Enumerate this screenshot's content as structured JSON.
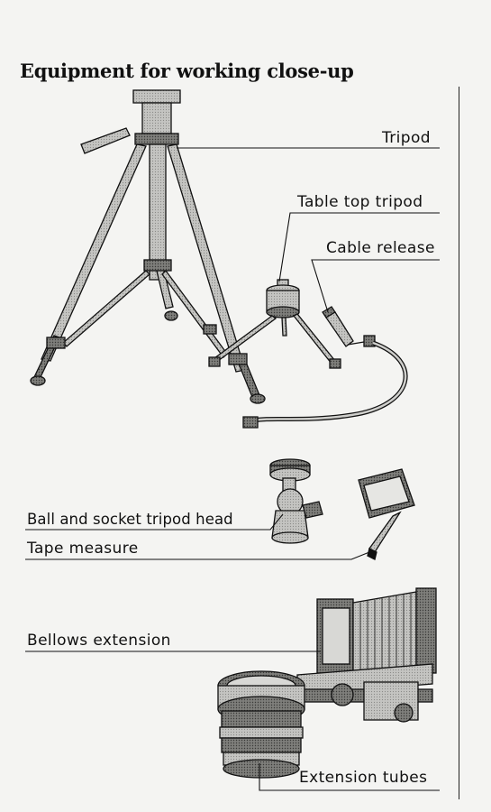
{
  "page": {
    "title": "Equipment for working close-up"
  },
  "labels": {
    "tripod": "Tripod",
    "table_top_tripod": "Table top tripod",
    "cable_release": "Cable release",
    "ball_head": "Ball and socket tripod head",
    "tape_measure": "Tape measure",
    "bellows": "Bellows extension",
    "extension_tubes": "Extension tubes"
  },
  "colors": {
    "ink": "#111111",
    "paper": "#f4f4f2",
    "metal": "#b9b9b6",
    "dark_metal": "#6f6f6c"
  }
}
